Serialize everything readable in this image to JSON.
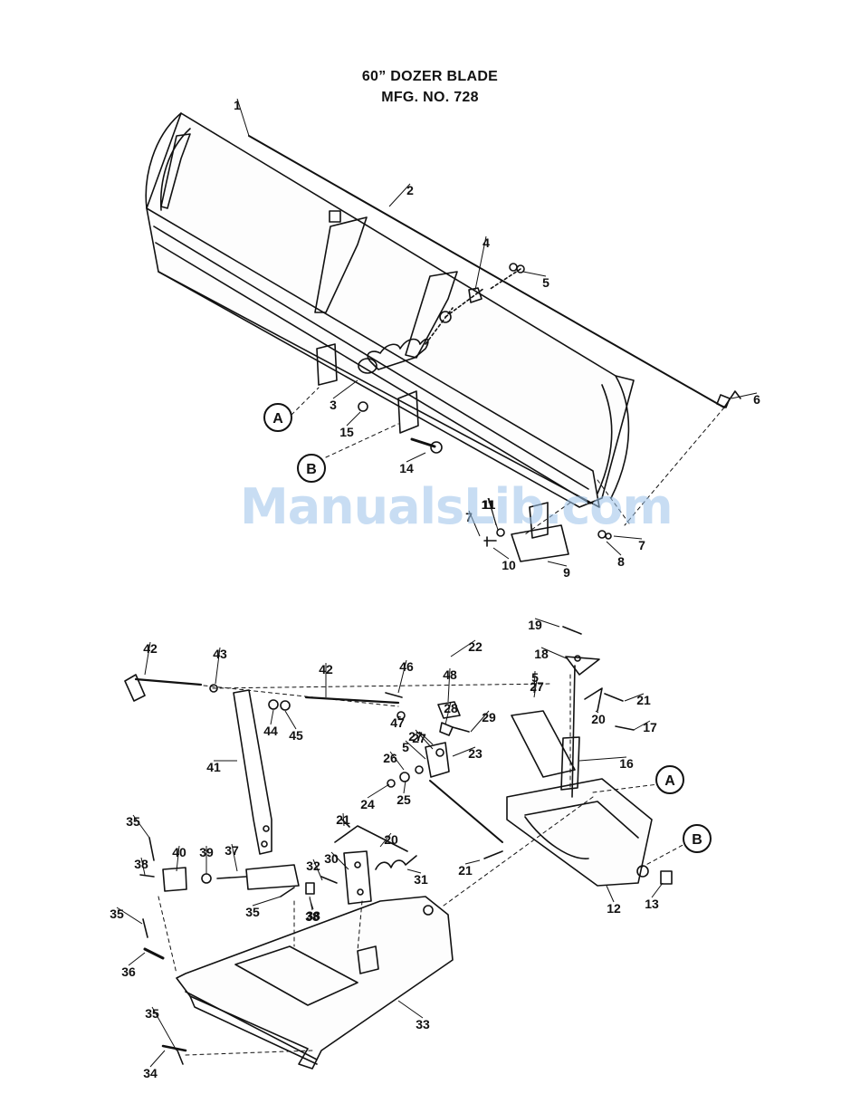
{
  "header": {
    "title_line1": "60” DOZER BLADE",
    "title_line2": "MFG. NO. 728"
  },
  "watermark": "ManualsLib.com",
  "callouts": {
    "A": "A",
    "B": "B"
  },
  "part_numbers": [
    "1",
    "2",
    "3",
    "4",
    "5",
    "6",
    "7",
    "8",
    "9",
    "10",
    "11",
    "12",
    "13",
    "14",
    "15",
    "16",
    "17",
    "18",
    "19",
    "20",
    "21",
    "22",
    "23",
    "24",
    "25",
    "26",
    "27",
    "28",
    "29",
    "30",
    "31",
    "32",
    "33",
    "34",
    "35",
    "36",
    "37",
    "38",
    "39",
    "40",
    "41",
    "42",
    "43",
    "44",
    "45",
    "46",
    "47",
    "48"
  ],
  "colors": {
    "line": "#111111",
    "watermark": "#9cc3ea"
  }
}
